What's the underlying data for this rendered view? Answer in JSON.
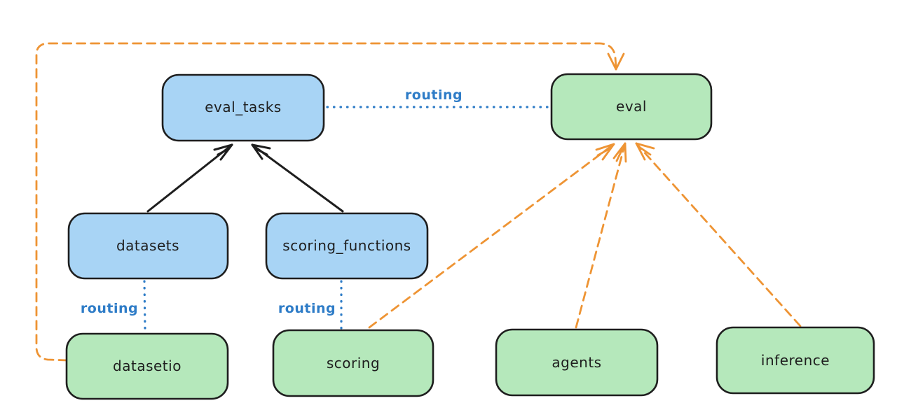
{
  "diagram": {
    "nodes": [
      {
        "id": "eval_tasks",
        "label": "eval_tasks",
        "color": "blue"
      },
      {
        "id": "eval",
        "label": "eval",
        "color": "green"
      },
      {
        "id": "datasets",
        "label": "datasets",
        "color": "blue"
      },
      {
        "id": "scoring_functions",
        "label": "scoring_functions",
        "color": "blue"
      },
      {
        "id": "datasetio",
        "label": "datasetio",
        "color": "green"
      },
      {
        "id": "scoring",
        "label": "scoring",
        "color": "green"
      },
      {
        "id": "agents",
        "label": "agents",
        "color": "green"
      },
      {
        "id": "inference",
        "label": "inference",
        "color": "green"
      }
    ],
    "edges": [
      {
        "from": "datasets",
        "to": "eval_tasks",
        "style": "solid-black",
        "arrow": true,
        "label": ""
      },
      {
        "from": "scoring_functions",
        "to": "eval_tasks",
        "style": "solid-black",
        "arrow": true,
        "label": ""
      },
      {
        "from": "eval_tasks",
        "to": "eval",
        "style": "dotted-blue",
        "arrow": false,
        "label": "routing"
      },
      {
        "from": "datasets",
        "to": "datasetio",
        "style": "dotted-blue",
        "arrow": false,
        "label": "routing"
      },
      {
        "from": "scoring_functions",
        "to": "scoring",
        "style": "dotted-blue",
        "arrow": false,
        "label": "routing"
      },
      {
        "from": "datasetio",
        "to": "eval",
        "style": "dashed-orange",
        "arrow": true,
        "label": ""
      },
      {
        "from": "scoring",
        "to": "eval",
        "style": "dashed-orange",
        "arrow": true,
        "label": ""
      },
      {
        "from": "agents",
        "to": "eval",
        "style": "dashed-orange",
        "arrow": true,
        "label": ""
      },
      {
        "from": "inference",
        "to": "eval",
        "style": "dashed-orange",
        "arrow": true,
        "label": ""
      }
    ]
  },
  "colors": {
    "background": "#ffffff",
    "blue_fill": "#a8d4f5",
    "green_fill": "#b5e8bb",
    "stroke": "#1e1e1e",
    "orange": "#ee9434",
    "routing_blue": "#2e7cc7"
  }
}
